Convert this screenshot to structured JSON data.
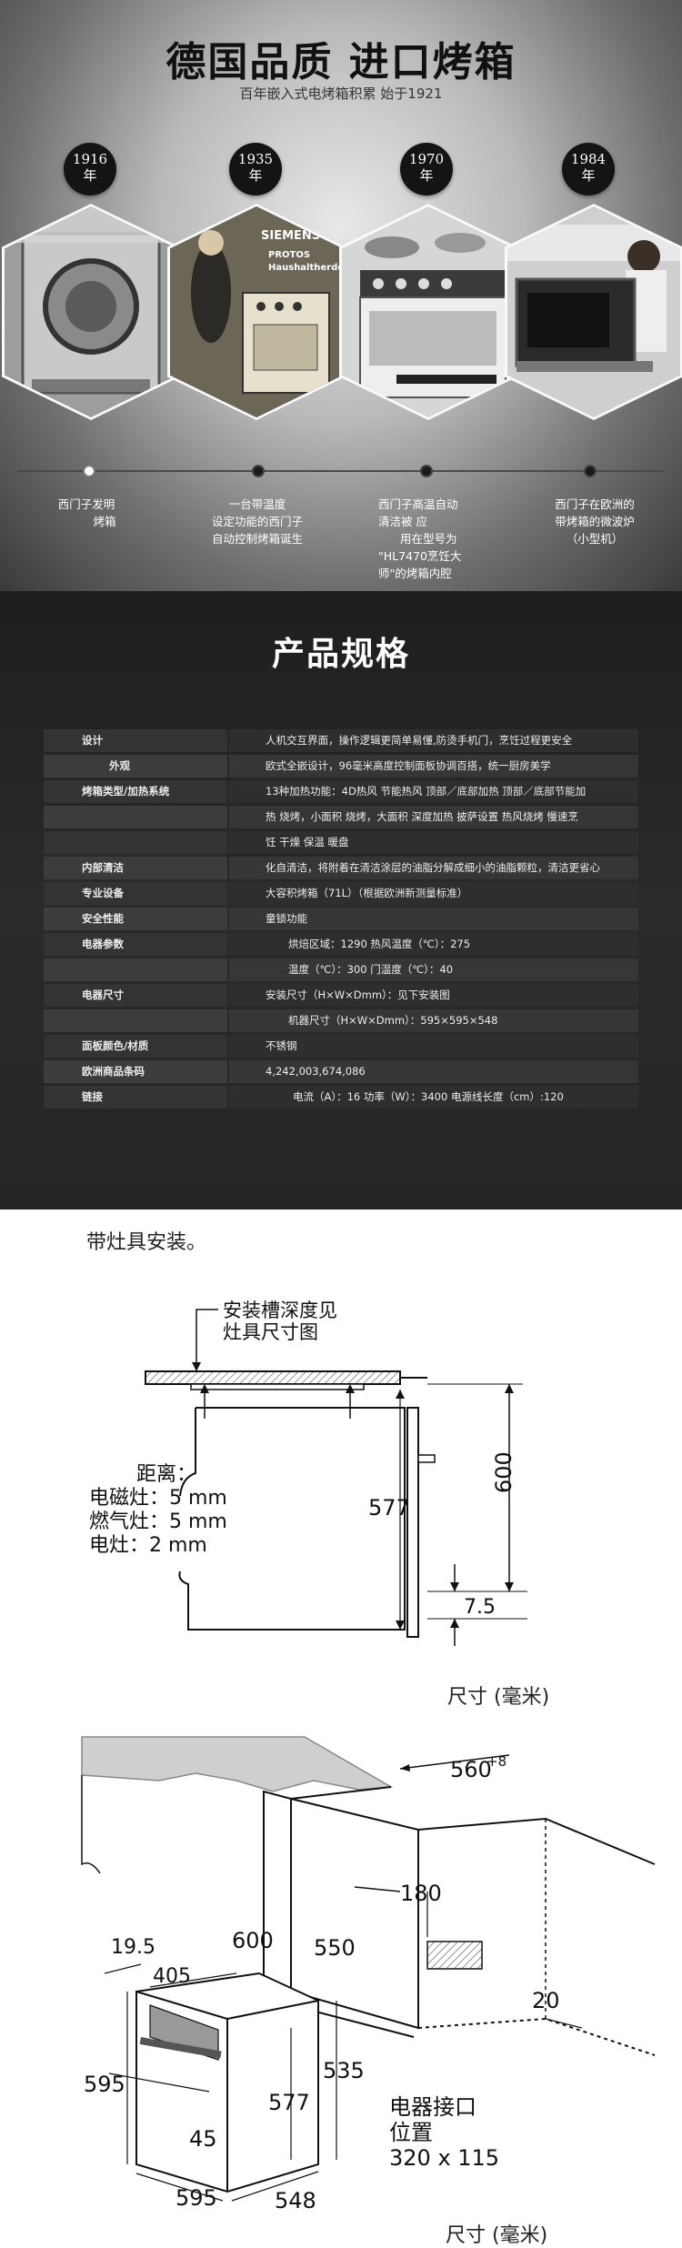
{
  "history": {
    "title": "德国品质 进口烤箱",
    "subtitle": "百年嵌入式电烤箱积累 始于1921",
    "milestones": [
      {
        "year": "1916",
        "suffix": "年",
        "desc_lines": [
          "西门子发明",
          "烤箱"
        ]
      },
      {
        "year": "1935",
        "suffix": "年",
        "desc_lines": [
          "一台带温度",
          "设定功能的西门子",
          "自动控制烤箱诞生"
        ]
      },
      {
        "year": "1970",
        "suffix": "年",
        "desc_lines": [
          "西门子高温自动",
          "清洁被           应",
          "用在型号为",
          "\"HL7470烹饪大",
          "师\"的烤箱内腔"
        ]
      },
      {
        "year": "1984",
        "suffix": "年",
        "desc_lines": [
          "西门子在欧洲的",
          "带烤箱的微波炉",
          "（小型机）"
        ]
      }
    ],
    "photo_texts": [
      "SIEMENS",
      "PROTOS",
      "Haushaltherde"
    ]
  },
  "spec": {
    "title": "产品规格",
    "rows": [
      {
        "key": "设计",
        "value": "人机交互界面，操作逻辑更简单易懂,防烫手机门，烹饪过程更安全"
      },
      {
        "key": "外观",
        "value": "欧式全嵌设计，96毫米高度控制面板协调百搭，统一厨房美学"
      },
      {
        "key": "烤箱类型/加热系统",
        "value": "13种加热功能：4D热风  节能热风  顶部／底部加热    顶部／底部节能加"
      },
      {
        "key": "",
        "value": "热   烧烤，小面积  烧烤，大面积  深度加热  披萨设置  热风烧烤  慢速烹"
      },
      {
        "key": "",
        "value": "饪  干燥  保温  暖盘"
      },
      {
        "key": "内部清洁",
        "value": "化自清洁，将附着在清洁涂层的油脂分解成细小的油脂颗粒，清洁更省心"
      },
      {
        "key": "专业设备",
        "value": "大容积烤箱（71L）（根据欧洲新测量标准）"
      },
      {
        "key": "安全性能",
        "value": "童锁功能"
      },
      {
        "key": "电器参数",
        "value": "烘焙区域：1290       热风温度（℃）：275"
      },
      {
        "key": "",
        "value": "温度（℃）：300  门温度（℃）：40"
      },
      {
        "key": "电器尺寸",
        "value": "安装尺寸（H×W×Dmm）：见下安装图"
      },
      {
        "key": "",
        "value": "机器尺寸（H×W×Dmm）：595×595×548"
      },
      {
        "key": "面板颜色/材质",
        "value": "不锈钢"
      },
      {
        "key": "欧洲商品条码",
        "value": "4,242,003,674,086"
      },
      {
        "key": "链接",
        "value": "电流（A）：16         功率（W）：3400  电源线长度（cm）:120"
      }
    ]
  },
  "installation": {
    "title": "带灶具安装。",
    "diagram1": {
      "callout_line1": "安装槽深度见",
      "callout_line2": "灶具尺寸图",
      "distance_title": "距离：",
      "distance_lines": [
        "电磁灶：5 mm",
        "燃气灶：5 mm",
        "电灶：2 mm"
      ],
      "dims": {
        "d577": "577",
        "d600": "600",
        "d7_5": "7.5"
      },
      "unit": "尺寸 (毫米)"
    },
    "diagram2": {
      "dims": {
        "d560": "560",
        "d560_sup": "+8",
        "d600": "600",
        "d550": "550",
        "d180": "180",
        "d20": "20",
        "d19_5": "19.5",
        "d405": "405",
        "d595_h": "595",
        "d45": "45",
        "d577": "577",
        "d535": "535",
        "d595_w": "595",
        "d548": "548"
      },
      "socket_line1": "电器接口",
      "socket_line2": "位置",
      "socket_size": "320 x 115",
      "unit": "尺寸 (毫米)"
    }
  }
}
